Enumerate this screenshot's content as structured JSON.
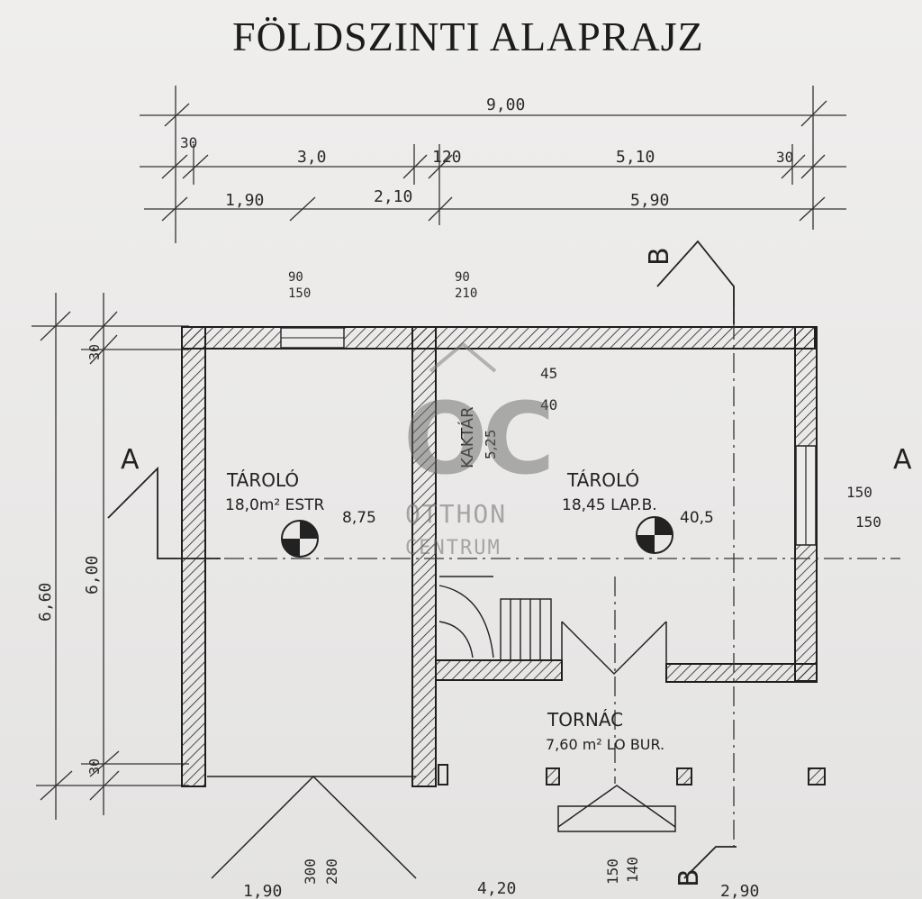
{
  "title": "FÖLDSZINTI ALAPRAJZ",
  "dimensions": {
    "overall": "9,00",
    "top_30": "30",
    "top_3_0": "3,0",
    "top_120": "120",
    "top_510": "5,10",
    "top_30b": "30",
    "bottom_190": "1,90",
    "bottom_210": "2,10",
    "bottom_590": "5,90",
    "left_660": "6,60",
    "left_600": "6,00",
    "left_30a": "30",
    "left_30b": "30",
    "window_90": "90",
    "window_150a": "150",
    "door_90": "90",
    "door_210": "210",
    "right_150": "150",
    "right_150b": "150",
    "front_300": "300",
    "front_280": "280",
    "front_150": "150",
    "front_140": "140",
    "foot_190": "1,90",
    "foot_420": "4,20",
    "foot_290": "2,90",
    "room2_45": "45",
    "room2_40": "40"
  },
  "sections": {
    "a_left": "A",
    "a_right": "A",
    "b_top": "B",
    "b_bottom": "B"
  },
  "rooms": {
    "storage_left": {
      "name": "TÁROLÓ",
      "area": "18,0m² ESTR"
    },
    "storage_left_extra": "8,75",
    "storage_right": {
      "name": "TÁROLÓ",
      "area": "18,45 LAP.B."
    },
    "storage_right_extra": "40,5",
    "closet": {
      "name": "KAKTÁR",
      "area": "5,25"
    },
    "porch": {
      "name": "TORNÁC",
      "area": "7,60 m² LO BUR."
    }
  },
  "watermark": {
    "logo": "OC",
    "line1": "OTTHON",
    "line2": "CENTRUM"
  }
}
